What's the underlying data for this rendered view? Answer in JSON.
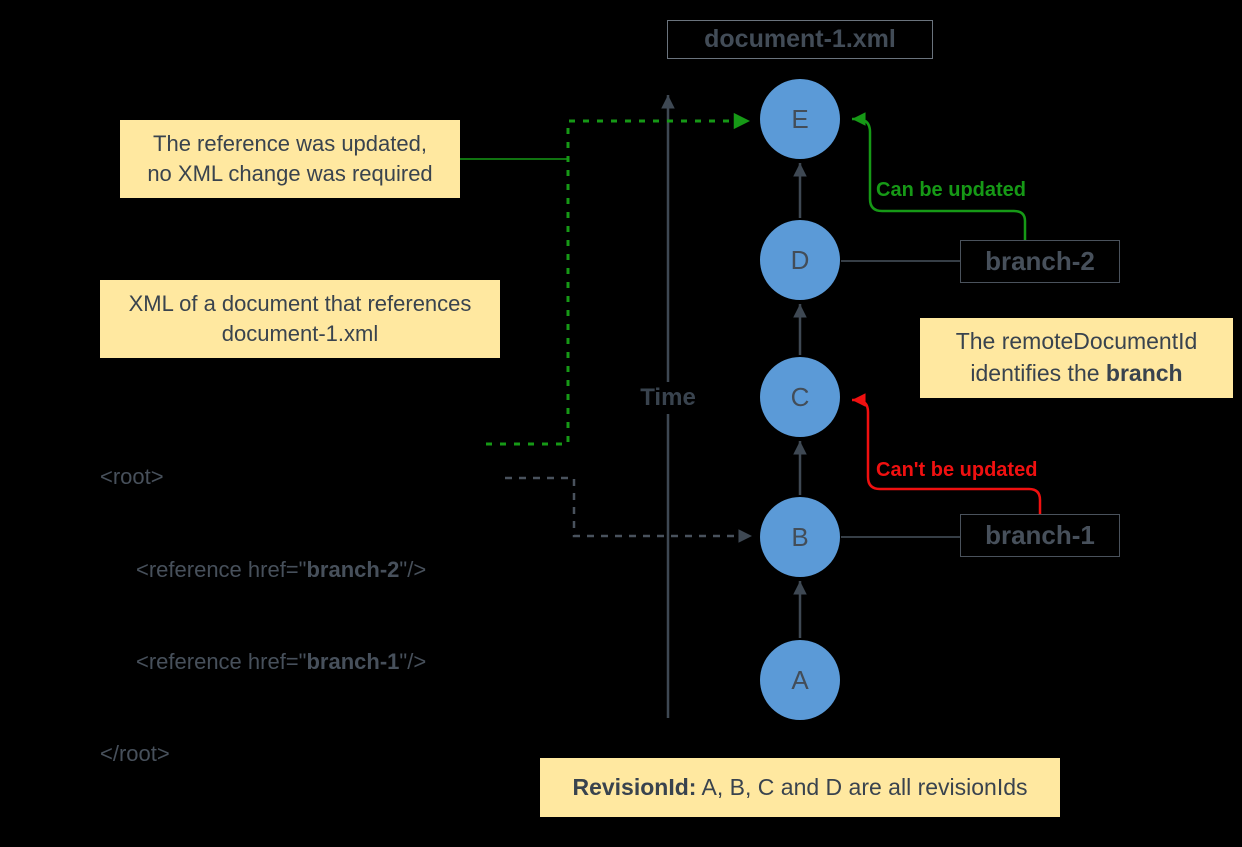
{
  "title_box": {
    "label": "document-1.xml"
  },
  "time_axis": {
    "label": "Time"
  },
  "nodes": {
    "a": "A",
    "b": "B",
    "c": "C",
    "d": "D",
    "e": "E"
  },
  "branch_boxes": {
    "branch2": "branch-2",
    "branch1": "branch-1"
  },
  "edge_labels": {
    "can_update": "Can be updated",
    "cant_update": "Can't be updated"
  },
  "notes": {
    "reference_updated": {
      "line1": "The reference was updated,",
      "line2": "no XML change was required"
    },
    "xml_of_document": {
      "line1": "XML of a document that references",
      "line2": "document-1.xml"
    },
    "remote_document_id": {
      "line1": "The remoteDocumentId",
      "line2_pre": "identifies the ",
      "line2_bold": "branch"
    },
    "revision_id": {
      "bold": "RevisionId:",
      "rest": " A, B, C and D are all revisionIds"
    }
  },
  "xml_code": {
    "line1": "<root>",
    "line2_pre": "<reference href=\"",
    "line2_bold": "branch-2",
    "line2_post": "\"/>",
    "line3_pre": "<reference href=\"",
    "line3_bold": "branch-1",
    "line3_post": "\"/>",
    "line4": "</root>"
  },
  "colors": {
    "background": "#000000",
    "node_fill": "#5B9AD7",
    "dark_slate_text": "#39434E",
    "line_gray": "#3E4853",
    "note_yellow": "#FFE8A0",
    "green": "#169916",
    "red": "#F01010",
    "box_border": "#6A737D"
  }
}
